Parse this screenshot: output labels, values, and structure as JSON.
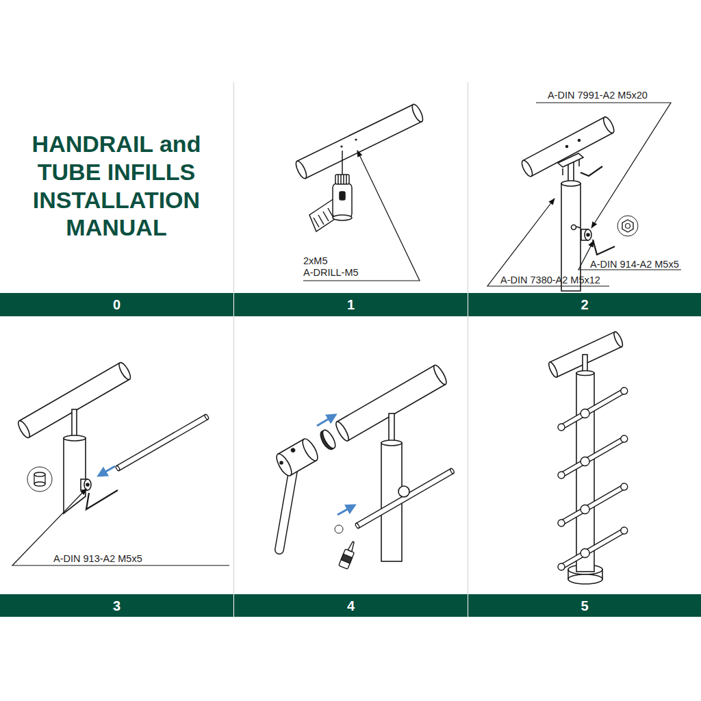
{
  "diagram": {
    "title": "HANDRAIL and TUBE INFILLS INSTALLATION MANUAL",
    "nodes": [
      {
        "text": [
          "0"
        ]
      },
      {
        "text": [
          "1"
        ]
      },
      {
        "text": [
          "2"
        ]
      },
      {
        "text": [
          "3"
        ]
      },
      {
        "text": [
          "4"
        ]
      },
      {
        "text": [
          "5"
        ]
      }
    ],
    "labels": [
      "2xM5",
      "A-DRILL-M5",
      "A-DIN 7991-A2 M5x20",
      "A-DIN 914-A2 M5x5",
      "A-DIN 7380-A2 M5x12",
      "A-DIN 913-A2 M5x5"
    ]
  }
}
